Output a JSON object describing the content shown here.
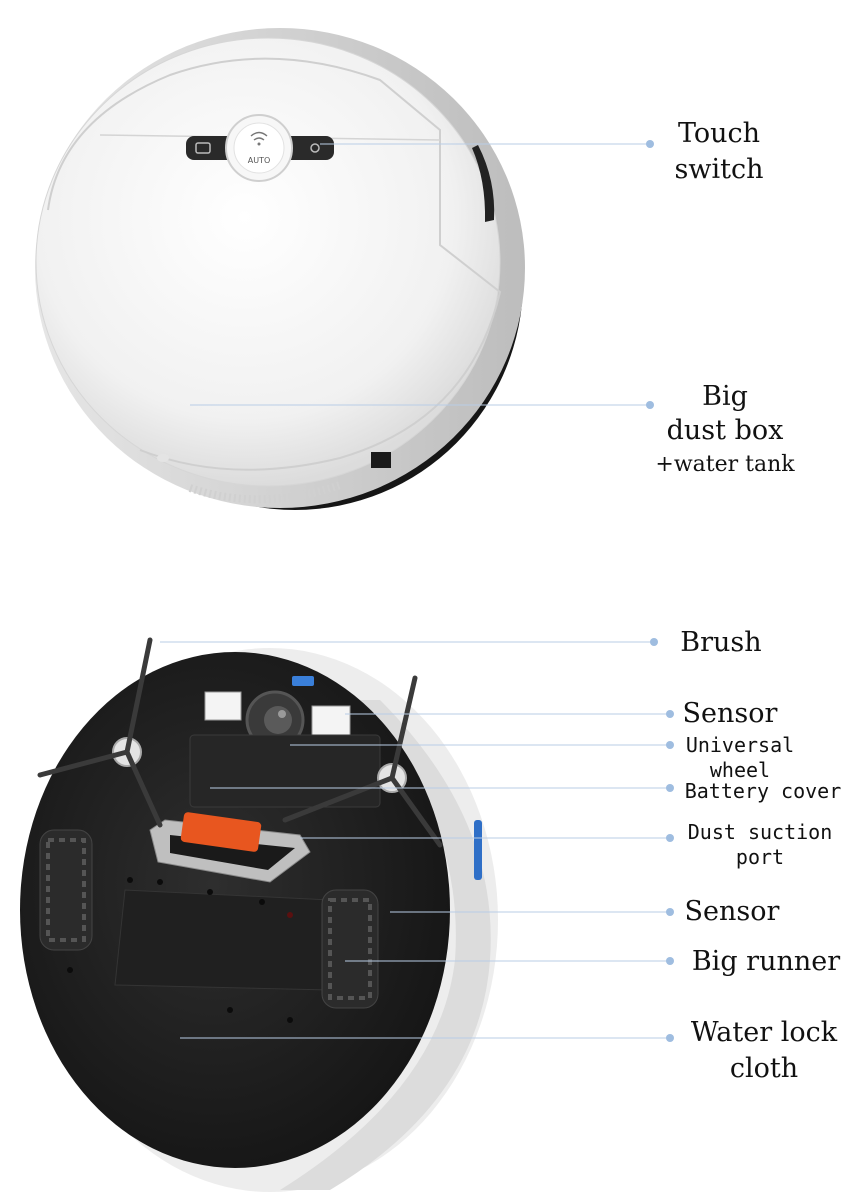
{
  "colors": {
    "body_white": "#f1f1f1",
    "underside": "#1d1d1d",
    "accent_orange": "#e8561f",
    "leader_line": "#b9cde6",
    "leader_dot": "#9fbde0"
  },
  "top_view": {
    "button_label": "AUTO",
    "labels": {
      "touch_switch": [
        "Touch",
        "switch"
      ],
      "dust_box": [
        "Big",
        "dust box",
        "+water tank"
      ]
    }
  },
  "bottom_view": {
    "labels": {
      "brush": [
        "Brush"
      ],
      "sensor_top": [
        "Sensor"
      ],
      "universal_wheel": [
        "Universal",
        "wheel"
      ],
      "battery_cover": [
        "Battery cover"
      ],
      "dust_suction_port": [
        "Dust suction",
        "port"
      ],
      "sensor_side": [
        "Sensor"
      ],
      "big_runner": [
        "Big runner"
      ],
      "water_lock_cloth": [
        "Water lock",
        "cloth"
      ]
    }
  }
}
